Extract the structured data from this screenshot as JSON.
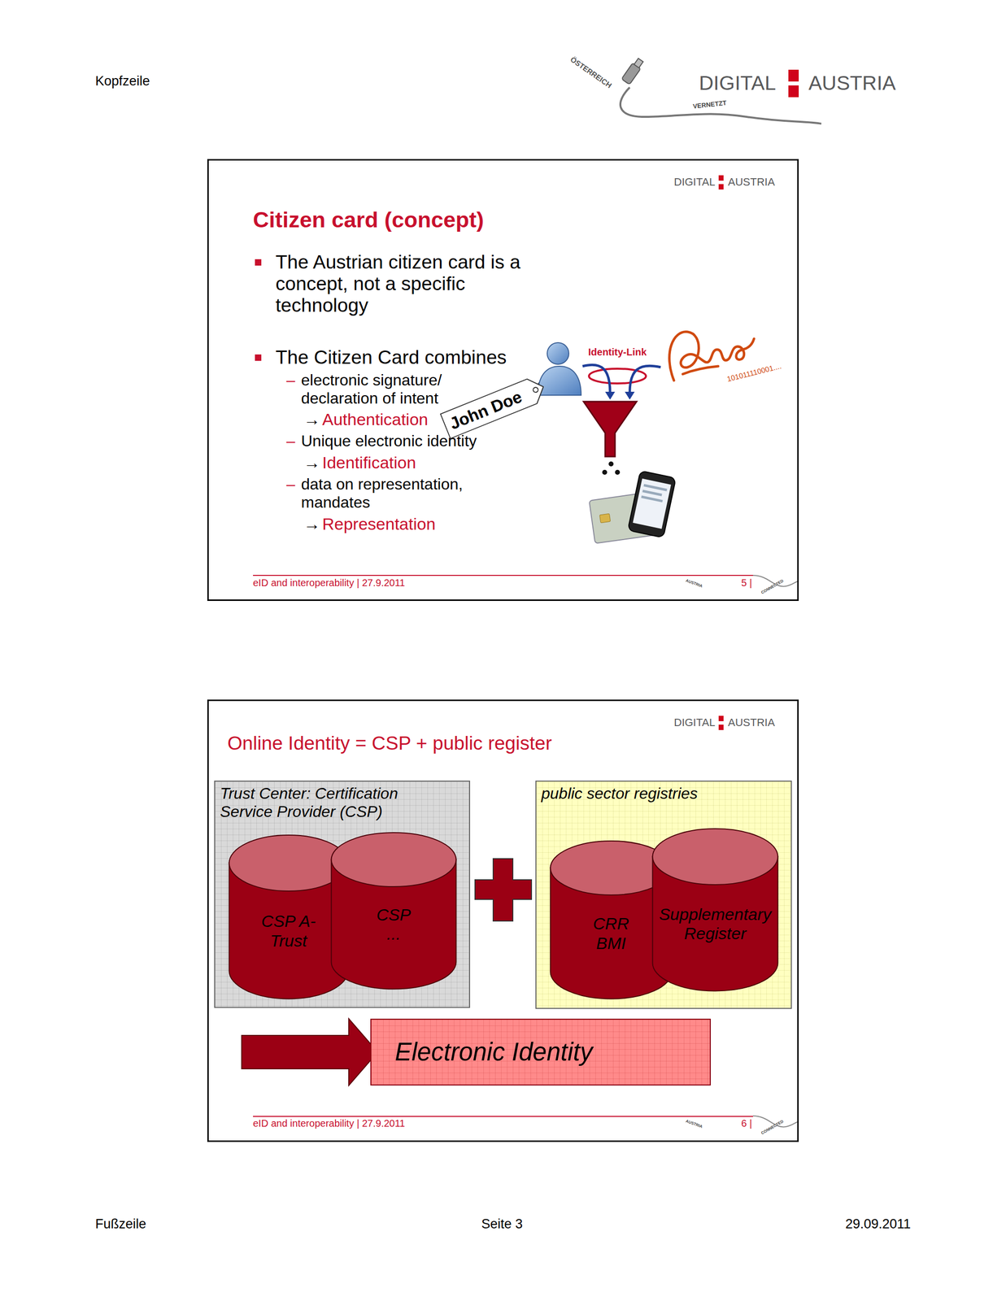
{
  "diagram": {
    "nodes": [
      {
        "text": [
          "Citizen card (concept)",
          "The Austrian citizen card is a concept, not a specific technology",
          "The Citizen Card combines",
          "–",
          "electronic signature/ declaration of intent",
          "→",
          "Authentication",
          "–",
          "Unique electronic identity",
          "→",
          "Identification",
          "–",
          "data on representation, mandates",
          "→",
          "Representation",
          "eID and interoperability | 27.9.2011",
          "5 |"
        ]
      },
      {
        "text": [
          "John Doe"
        ],
        "in": 0
      },
      {
        "text": [
          "Online Identity = CSP + public register",
          "eID and interoperability | 27.9.2011",
          "6 |"
        ]
      },
      {
        "text": [
          "Trust Center: Certification Service Provider (CSP)"
        ],
        "in": 2
      },
      {
        "text": [
          "CSP A-Trust"
        ],
        "in": 3
      },
      {
        "text": [
          "CSP ..."
        ],
        "in": 3
      },
      {
        "text": [
          "public sector registries"
        ],
        "in": 2
      },
      {
        "text": [
          "CRR BMI"
        ],
        "in": 6
      },
      {
        "text": [
          "Supplementary Register"
        ],
        "in": 6
      },
      {
        "text": [
          "Electronic Identity"
        ],
        "in": 2
      }
    ],
    "labels": [
      "Kopfzeile",
      "ÖSTERREICH",
      "DIGITAL",
      "AUSTRIA",
      "VERNETZT",
      "DIGITAL",
      "AUSTRIA",
      "Identity-Link",
      "101011110001....",
      "AUSTRIA",
      "CONNECTED",
      "DIGITAL",
      "AUSTRIA",
      "AUSTRIA",
      "CONNECTED",
      "Fußzeile",
      "Seite 3",
      "29.09.2011"
    ]
  }
}
